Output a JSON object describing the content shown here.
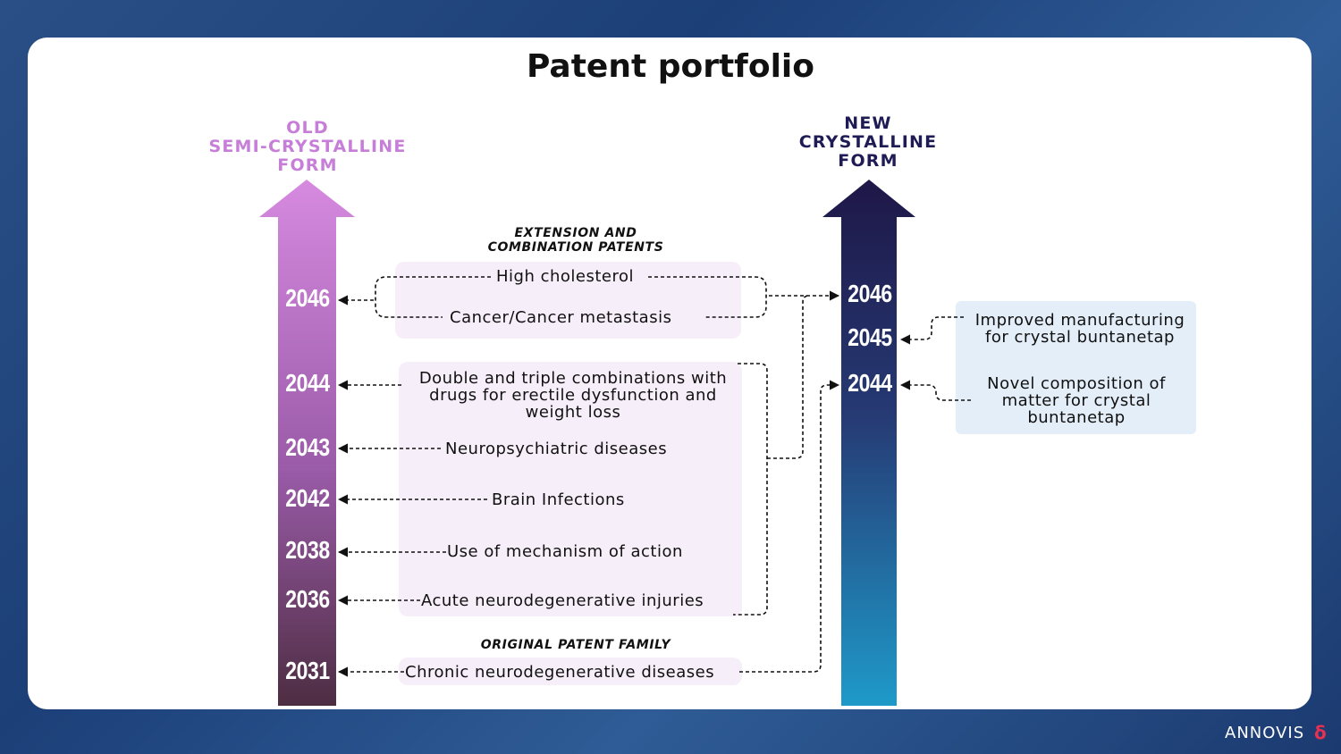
{
  "title": "Patent portfolio",
  "old_form": {
    "line1": "OLD",
    "line2": "SEMI-CRYSTALLINE",
    "line3": "FORM"
  },
  "new_form": {
    "line1": "NEW",
    "line2": "CRYSTALLINE",
    "line3": "FORM"
  },
  "sections": {
    "extension_line1": "EXTENSION AND",
    "extension_line2": "COMBINATION PATENTS",
    "original": "ORIGINAL PATENT FAMILY"
  },
  "old_years": [
    "2046",
    "2044",
    "2043",
    "2042",
    "2038",
    "2036",
    "2031"
  ],
  "new_years": [
    "2046",
    "2045",
    "2044"
  ],
  "patents": {
    "high_cholesterol": "High cholesterol",
    "cancer": "Cancer/Cancer metastasis",
    "combinations_l1": "Double and triple combinations with",
    "combinations_l2": "drugs for erectile dysfunction and",
    "combinations_l3": "weight loss",
    "neuropsychiatric": "Neuropsychiatric diseases",
    "brain_infections": "Brain Infections",
    "mechanism": "Use of mechanism of action",
    "acute": "Acute neurodegenerative injuries",
    "chronic": "Chronic neurodegenerative diseases"
  },
  "crystal_patents": {
    "manufacturing_l1": "Improved manufacturing",
    "manufacturing_l2": "for crystal buntanetap",
    "composition_l1": "Novel composition of",
    "composition_l2": "matter for crystal",
    "composition_l3": "buntanetap"
  },
  "logo": "ANNOVIS",
  "logo_mark": "δ",
  "colors": {
    "old_arrow_top": "#d68ae0",
    "old_arrow_bottom": "#4d2d42",
    "new_arrow_top": "#1e1747",
    "new_arrow_bottom": "#1e9ac9",
    "pink_box": "#f6eef9",
    "blue_box": "#e4eef8"
  }
}
